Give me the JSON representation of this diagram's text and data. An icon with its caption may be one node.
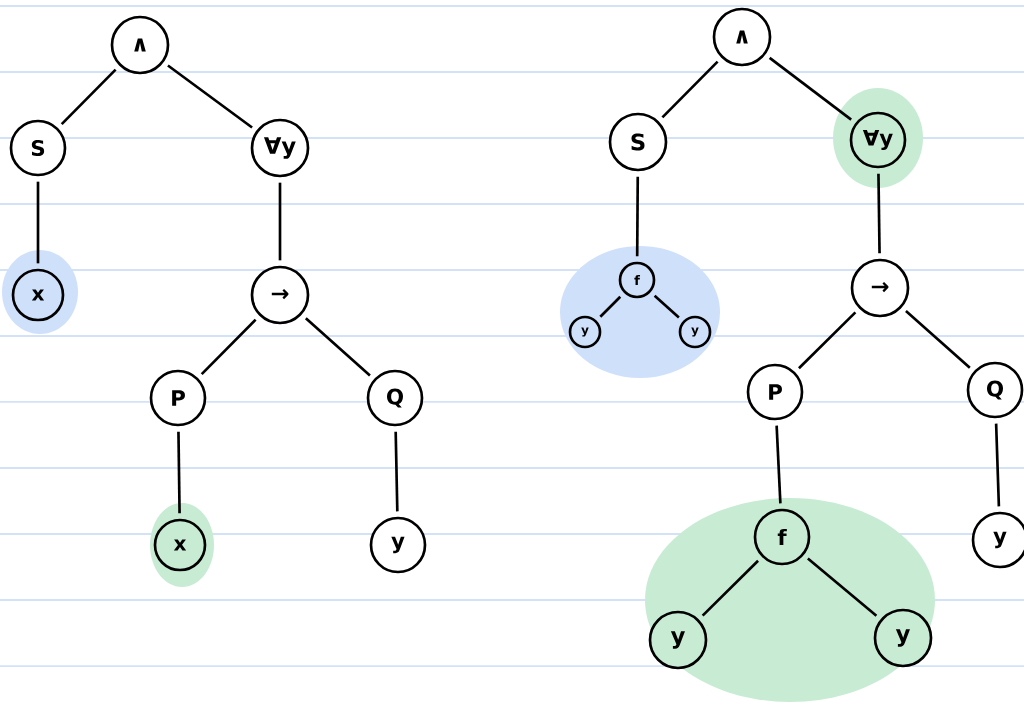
{
  "diagram": {
    "nodes": [
      {
        "text": [
          "∧"
        ]
      },
      {
        "text": [
          "S"
        ]
      },
      {
        "text": [
          "∀y"
        ]
      },
      {
        "text": [
          "x"
        ]
      },
      {
        "text": [
          "→"
        ]
      },
      {
        "text": [
          "P"
        ]
      },
      {
        "text": [
          "Q"
        ]
      },
      {
        "text": [
          "x"
        ]
      },
      {
        "text": [
          "y"
        ]
      },
      {
        "text": [
          "∧"
        ]
      },
      {
        "text": [
          "S"
        ]
      },
      {
        "text": [
          "∀y"
        ]
      },
      {
        "text": [
          "f"
        ]
      },
      {
        "text": [
          "y"
        ]
      },
      {
        "text": [
          "y"
        ]
      },
      {
        "text": [
          "→"
        ]
      },
      {
        "text": [
          "P"
        ]
      },
      {
        "text": [
          "Q"
        ]
      },
      {
        "text": [
          "f"
        ]
      },
      {
        "text": [
          "y"
        ]
      },
      {
        "text": [
          "y"
        ]
      },
      {
        "text": [
          "y"
        ]
      }
    ],
    "edges": [
      {
        "from": 0,
        "to": 1,
        "arrow": "none"
      },
      {
        "from": 0,
        "to": 2,
        "arrow": "none"
      },
      {
        "from": 1,
        "to": 3,
        "arrow": "none"
      },
      {
        "from": 2,
        "to": 4,
        "arrow": "none"
      },
      {
        "from": 4,
        "to": 5,
        "arrow": "none"
      },
      {
        "from": 4,
        "to": 6,
        "arrow": "none"
      },
      {
        "from": 5,
        "to": 7,
        "arrow": "none"
      },
      {
        "from": 6,
        "to": 8,
        "arrow": "none"
      },
      {
        "from": 9,
        "to": 10,
        "arrow": "none"
      },
      {
        "from": 9,
        "to": 11,
        "arrow": "none"
      },
      {
        "from": 10,
        "to": 12,
        "arrow": "none"
      },
      {
        "from": 12,
        "to": 13,
        "arrow": "none"
      },
      {
        "from": 12,
        "to": 14,
        "arrow": "none"
      },
      {
        "from": 11,
        "to": 15,
        "arrow": "none"
      },
      {
        "from": 15,
        "to": 16,
        "arrow": "none"
      },
      {
        "from": 15,
        "to": 17,
        "arrow": "none"
      },
      {
        "from": 16,
        "to": 18,
        "arrow": "none"
      },
      {
        "from": 18,
        "to": 19,
        "arrow": "none"
      },
      {
        "from": 18,
        "to": 20,
        "arrow": "none"
      },
      {
        "from": 17,
        "to": 21,
        "arrow": "none"
      }
    ]
  }
}
